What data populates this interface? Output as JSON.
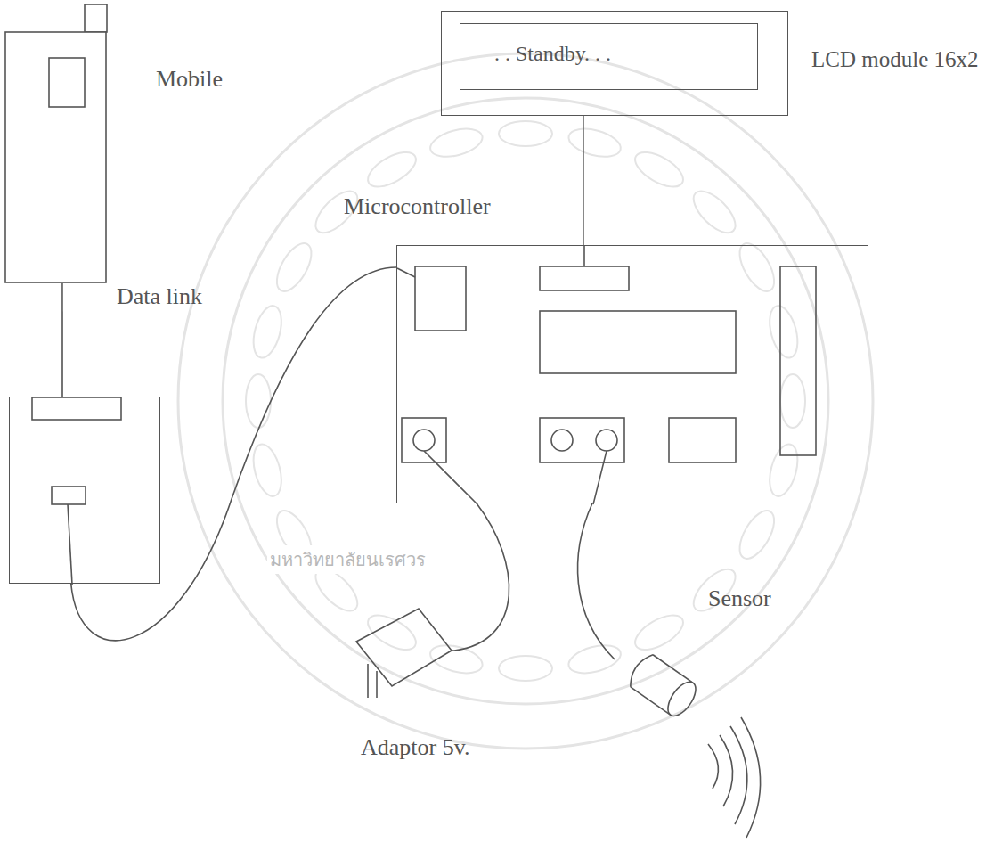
{
  "diagram": {
    "nodes": [
      {
        "text": [
          "Mobile"
        ]
      },
      {
        "text": [
          "LCD module 16x2"
        ]
      },
      {
        "text": [
          ". . Standby. . ."
        ],
        "in": 1
      },
      {
        "text": [
          "Data link"
        ]
      },
      {
        "text": [
          "Microcontroller"
        ]
      },
      {
        "text": [
          "Sensor"
        ]
      },
      {
        "text": [
          "Adaptor 5v."
        ]
      }
    ],
    "edges": [
      {
        "from": 0,
        "to": 3,
        "arrow": "none"
      },
      {
        "from": 1,
        "to": 4,
        "arrow": "none"
      },
      {
        "from": 3,
        "to": 4,
        "arrow": "none"
      },
      {
        "from": 4,
        "to": 5,
        "arrow": "none"
      },
      {
        "from": 4,
        "to": 6,
        "arrow": "none"
      }
    ],
    "labels": [
      "มหาวิทยาลัยนเรศวร"
    ]
  }
}
